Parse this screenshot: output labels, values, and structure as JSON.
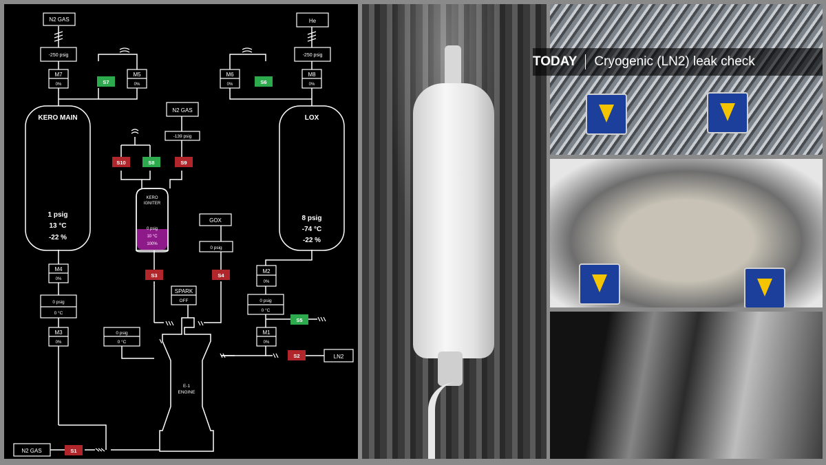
{
  "banner": {
    "prefix": "TODAY",
    "caption": "Cryogenic (LN2) leak check"
  },
  "schematic": {
    "sources": {
      "n2_gas_top": "N2 GAS",
      "he": "He",
      "n2_gas_mid": "N2 GAS",
      "gox": "GOX",
      "ln2": "LN2",
      "n2_gas_bottom": "N2 GAS"
    },
    "pressures": {
      "kero_feed": "-250 psig",
      "lox_feed": "-250 psig",
      "igniter_feed": "-139 psig",
      "gox_line": "0 psig"
    },
    "valves": {
      "m7": "M7",
      "m5": "M5",
      "m6": "M6",
      "m8": "M8",
      "m4": "M4",
      "m3": "M3",
      "m2": "M2",
      "m1": "M1",
      "m7_pct": "0%",
      "m5_pct": "0%",
      "m6_pct": "0%",
      "m8_pct": "0%",
      "m4_pct": "0%",
      "m3_pct": "0%",
      "m2_pct": "0%",
      "m1_pct": "0%",
      "s1": "S1",
      "s2": "S2",
      "s3": "S3",
      "s4": "S4",
      "s5": "S5",
      "s6": "S6",
      "s7": "S7",
      "s8": "S8",
      "s9": "S9",
      "s10": "S10"
    },
    "tanks": {
      "kero": {
        "name": "KERO MAIN",
        "pressure": "1 psig",
        "temp": "13 °C",
        "level": "-22 %"
      },
      "lox": {
        "name": "LOX",
        "pressure": "8 psig",
        "temp": "-74 °C",
        "level": "-22 %"
      },
      "igniter": {
        "name_line1": "KERO",
        "name_line2": "IGNITER",
        "pressure": "0 psig",
        "temp": "10 °C",
        "level": "100%"
      }
    },
    "sensors": {
      "kero_line_p": "0 psig",
      "kero_line_t": "0 °C",
      "lox_line_p": "0 psig",
      "lox_line_t": "0 °C",
      "engine_p": "0 psig",
      "engine_t": "0 °C"
    },
    "spark": {
      "label": "SPARK",
      "state": "OFF"
    },
    "engine": {
      "line1": "E-1",
      "line2": "ENGINE"
    },
    "colors": {
      "valve_open": "#2daa4e",
      "valve_closed": "#b0262a",
      "igniter_fill": "#8e1a8a",
      "line": "#ffffff",
      "background": "#000000"
    }
  }
}
